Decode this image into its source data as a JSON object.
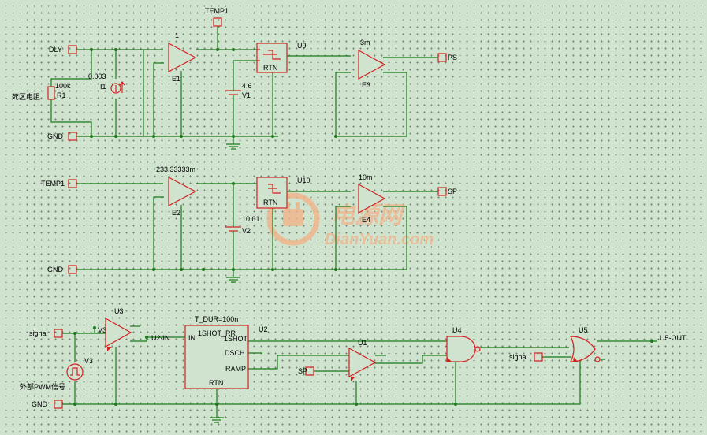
{
  "labels": {
    "dly": "DLY",
    "gnd1": "GND",
    "gnd2": "GND",
    "gnd3": "GND",
    "temp1_top": "TEMP1",
    "temp1_in": "TEMP1",
    "r1_value": "100k",
    "r1_ref": "R1",
    "r1_note": "死区电阻",
    "i1_value": "0.003",
    "i1_ref": "I1",
    "e1_gain": "1",
    "e1_ref": "E1",
    "v1_value": "4.6",
    "v1_ref": "V1",
    "u9_ref": "U9",
    "u9_rtn": "RTN",
    "e3_gain": "3m",
    "e3_ref": "E3",
    "ps_out": "PS",
    "e2_gain": "233.33333m",
    "e2_ref": "E2",
    "v2_value": "10.01",
    "v2_ref": "V2",
    "u10_ref": "U10",
    "u10_rtn": "RTN",
    "e4_gain": "10m",
    "e4_ref": "E4",
    "sp_out": "SP",
    "signal_in": "signal",
    "v3_ref": "V3",
    "v3_note": "外部PWM信号",
    "v3_pos": "V3-pos",
    "u3_ref": "U3",
    "u2_in_net": "U2-IN",
    "u2_param": "T_DUR=100n",
    "u2_ref": "U2",
    "u2_name": "1SHOT_RR",
    "u2_pin_in": "IN",
    "u2_pin_1shot": "1SHOT",
    "u2_pin_dsch": "DSCH",
    "u2_pin_ramp": "RAMP",
    "u2_pin_rtn": "RTN",
    "u1_ref": "U1",
    "sp_in": "SP",
    "u4_ref": "U4",
    "signal_in2": "signal",
    "u5_ref": "U5",
    "u5_out": "U5-OUT"
  },
  "watermark": {
    "cn": "电源网",
    "en": "DianYuan.com"
  },
  "colors": {
    "wire": "#1b7a1b",
    "component": "#d42020",
    "background": "#cfe3cf",
    "watermark": "#f2b48a"
  }
}
